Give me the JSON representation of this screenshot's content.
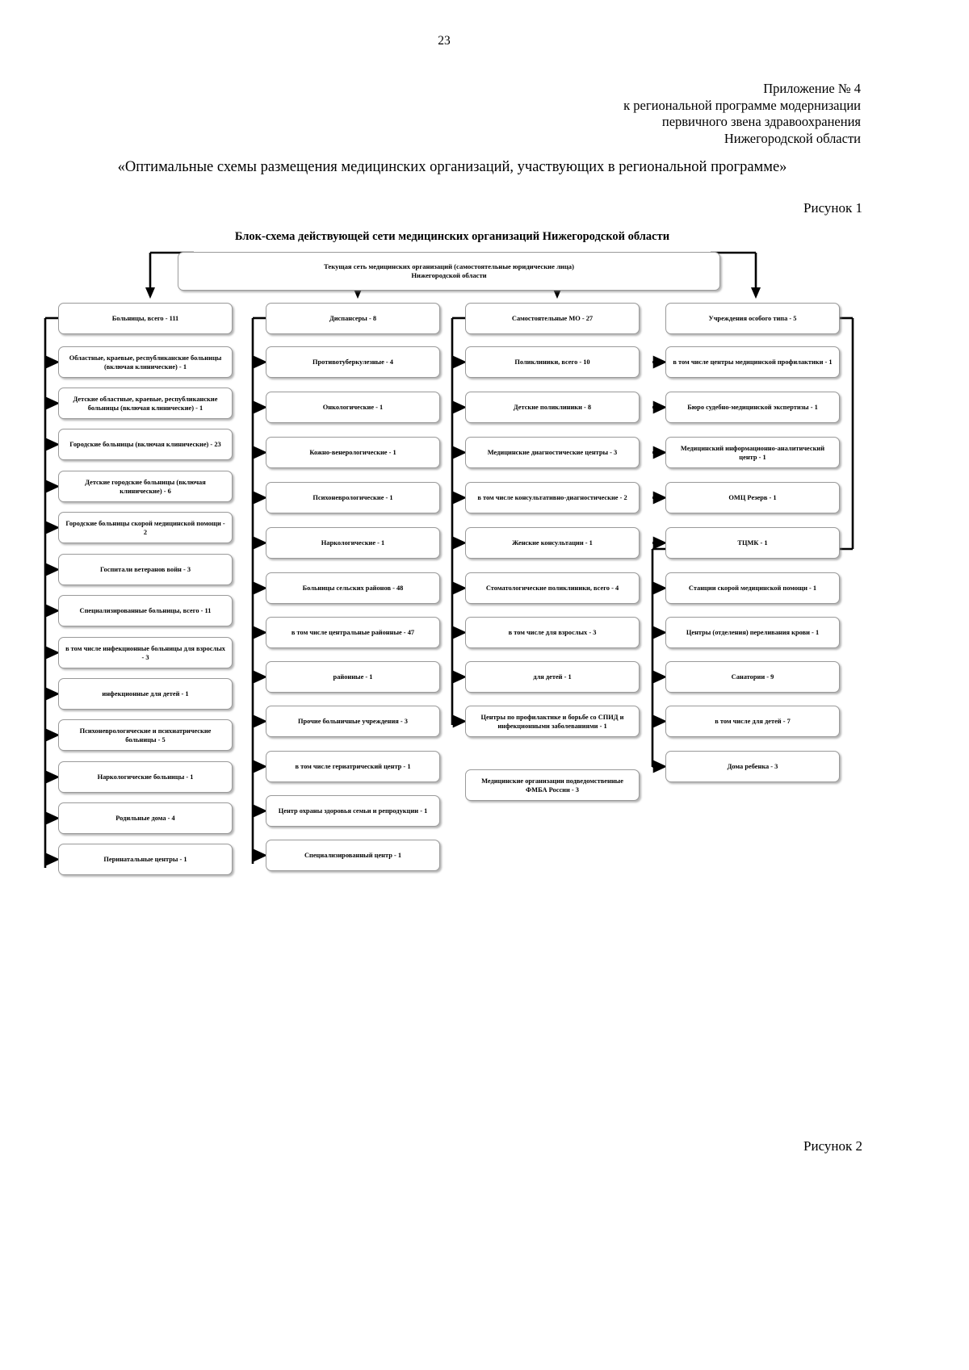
{
  "page": {
    "number": "23",
    "figure_label_top": "Рисунок 1",
    "figure_label_bottom": "Рисунок 2"
  },
  "appendix": {
    "line1": "Приложение № 4",
    "line2": "к региональной программе модернизации",
    "line3": "первичного звена здравоохранения",
    "line4": "Нижегородской области"
  },
  "doc_title": "«Оптимальные схемы размещения медицинских организаций, участвующих в региональной программе»",
  "scheme_title": "Блок-схема действующей сети медицинских организаций Нижегородской области",
  "root": {
    "line1": "Текущая сеть медицинских организаций (самостоятельные юридические лица)",
    "line2": "Нижегородской области"
  },
  "columns": [
    {
      "header": "Больницы, всего - 111",
      "items": [
        "Областные, краевые, республиканские больницы (включая клинические) - 1",
        "Детские областные, краевые, республиканские больницы (включая клинические) - 1",
        "Городские больницы (включая клинические) - 23",
        "Детские городские больницы (включая клинические) - 6",
        "Городские больницы скорой медицинской помощи - 2",
        "Госпитали ветеранов войн - 3",
        "Специализированные больницы, всего - 11",
        "в том числе инфекционные больницы для взрослых - 3",
        "инфекционные для детей - 1",
        "Психоневрологические и психиатрические больницы - 5",
        "Наркологические больницы - 1",
        "Родильные дома - 4",
        "Перинатальные центры - 1"
      ]
    },
    {
      "header": "Диспансеры - 8",
      "items": [
        "Противотуберкулезные - 4",
        "Онкологические - 1",
        "Кожно-венерологические - 1",
        "Психоневрологические - 1",
        "Наркологические - 1",
        "Больницы сельских районов - 48",
        "в том числе центральные районные - 47",
        "районные - 1",
        "Прочие больничные учреждения - 3",
        "в том числе гериатрический центр - 1",
        "Центр охраны здоровья семьи и репродукции - 1",
        "Специализированный центр - 1"
      ]
    },
    {
      "header": "Самостоятельные МО - 27",
      "items": [
        "Поликлиники, всего - 10",
        "Детские поликлиники - 8",
        "Медицинские диагностические центры - 3",
        "в том числе консультативно-диагностические - 2",
        "Женские консультации - 1",
        "Стоматологические поликлиники, всего - 4",
        "в том числе для взрослых - 3",
        "для детей - 1",
        "Центры по профилактике и борьбе со СПИД и инфекционными заболеваниями - 1"
      ],
      "standalone": "Медицинские организации подведомственные ФМБА России - 3"
    },
    {
      "header": "Учреждения особого типа - 5",
      "items": [
        "в том числе центры медицинской профилактики  - 1",
        "Бюро судебно-медицинской экспертизы - 1",
        "Медицинский информационно-аналитический центр - 1",
        "ОМЦ Резерв - 1",
        "ТЦМК - 1",
        "Станции скорой медицинской помощи - 1",
        "Центры (отделения) переливания крови - 1",
        "Санатории - 9",
        "в том числе для детей - 7",
        "Дома ребенка - 3"
      ]
    }
  ]
}
